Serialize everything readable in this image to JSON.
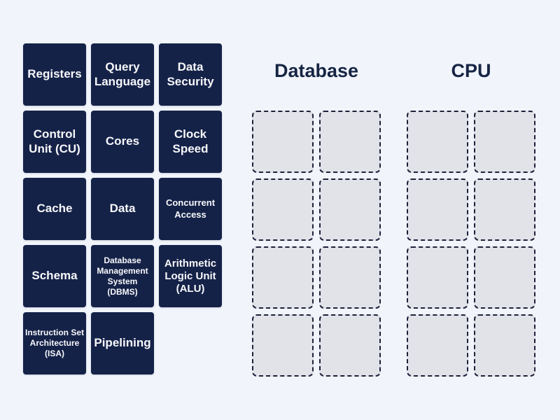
{
  "board": {
    "type": "group-sort-game"
  },
  "tiles": [
    {
      "label": "Registers"
    },
    {
      "label": "Query Language"
    },
    {
      "label": "Data Security"
    },
    {
      "label": "Control Unit (CU)"
    },
    {
      "label": "Cores"
    },
    {
      "label": "Clock Speed"
    },
    {
      "label": "Cache"
    },
    {
      "label": "Data"
    },
    {
      "label": "Concurrent Access"
    },
    {
      "label": "Schema"
    },
    {
      "label": "Database Management System (DBMS)"
    },
    {
      "label": "Arithmetic Logic Unit (ALU)"
    },
    {
      "label": "Instruction Set Architecture (ISA)"
    },
    {
      "label": "Pipelining"
    }
  ],
  "categories": [
    {
      "label": "Database",
      "slot_count": 8
    },
    {
      "label": "CPU",
      "slot_count": 8
    }
  ],
  "colors": {
    "page_background": "#f1f5fb",
    "tile_background": "#152248",
    "tile_text": "#f7f8fa",
    "category_title": "#172444",
    "slot_fill": "#e2e3e9",
    "slot_border": "#20203a"
  }
}
